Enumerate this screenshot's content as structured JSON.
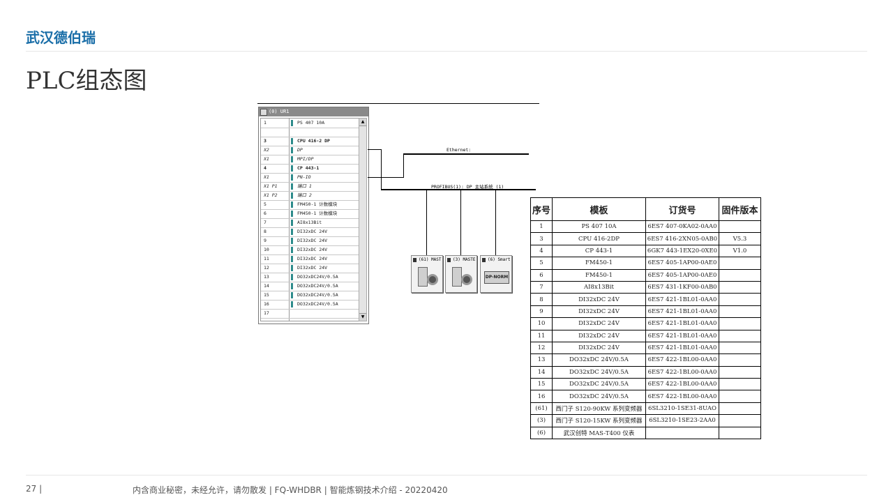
{
  "header": {
    "logo_text": "武汉德伯瑞",
    "title": "PLC组态图"
  },
  "footer": {
    "page_number": "27 |",
    "text": "内含商业秘密，未经允许，请勿散发 | FQ-WHDBR | 智能炼钢技术介绍 - 20220420"
  },
  "rack": {
    "title": "(0) UR1",
    "rows": [
      {
        "slot": "1",
        "module": "PS 407 10A",
        "style": "normal"
      },
      {
        "slot": "",
        "module": "",
        "style": "normal"
      },
      {
        "slot": "3",
        "module": "CPU 416-2 DP",
        "style": "bold"
      },
      {
        "slot": "X2",
        "module": "DP",
        "style": "italic"
      },
      {
        "slot": "X1",
        "module": "MPI/DP",
        "style": "italic"
      },
      {
        "slot": "4",
        "module": "CP 443-1",
        "style": "bold"
      },
      {
        "slot": "X1",
        "module": "PN-IO",
        "style": "italic"
      },
      {
        "slot": "X1 P1",
        "module": "端口 1",
        "style": "italic"
      },
      {
        "slot": "X1 P2",
        "module": "端口 2",
        "style": "italic"
      },
      {
        "slot": "5",
        "module": "FM450-1 计数模块",
        "style": "normal"
      },
      {
        "slot": "6",
        "module": "FM450-1 计数模块",
        "style": "normal"
      },
      {
        "slot": "7",
        "module": "AI8x13Bit",
        "style": "normal"
      },
      {
        "slot": "8",
        "module": "DI32xDC 24V",
        "style": "normal"
      },
      {
        "slot": "9",
        "module": "DI32xDC 24V",
        "style": "normal"
      },
      {
        "slot": "10",
        "module": "DI32xDC 24V",
        "style": "normal"
      },
      {
        "slot": "11",
        "module": "DI32xDC 24V",
        "style": "normal"
      },
      {
        "slot": "12",
        "module": "DI32xDC 24V",
        "style": "normal"
      },
      {
        "slot": "13",
        "module": "DO32xDC24V/0.5A",
        "style": "normal"
      },
      {
        "slot": "14",
        "module": "DO32xDC24V/0.5A",
        "style": "normal"
      },
      {
        "slot": "15",
        "module": "DO32xDC24V/0.5A",
        "style": "normal"
      },
      {
        "slot": "16",
        "module": "DO32xDC24V/0.5A",
        "style": "normal"
      },
      {
        "slot": "17",
        "module": "",
        "style": "normal"
      }
    ]
  },
  "network": {
    "ethernet_label": "Ethernet:",
    "profibus_label": "PROFIBUS(1): DP 主站系统 (1)",
    "devices": [
      {
        "label": "(61) MAST",
        "icon": "drive-icon"
      },
      {
        "label": "(3) MASTE",
        "icon": "drive-icon"
      },
      {
        "label": "(6) Smart",
        "icon": "dp-norm-icon",
        "badge": "DP-NORM"
      }
    ]
  },
  "module_table": {
    "headers": [
      "序号",
      "模板",
      "订货号",
      "固件版本"
    ],
    "rows": [
      [
        "1",
        "PS 407 10A",
        "6ES7 407-0KA02-0AA0",
        ""
      ],
      [
        "3",
        "CPU 416-2DP",
        "6ES7 416-2XN05-0AB0",
        "V5.3"
      ],
      [
        "4",
        "CP 443-1",
        "6GK7 443-1EX20-0XE0",
        "V1.0"
      ],
      [
        "5",
        "FM450-1",
        "6ES7 405-1AP00-0AE0",
        ""
      ],
      [
        "6",
        "FM450-1",
        "6ES7 405-1AP00-0AE0",
        ""
      ],
      [
        "7",
        "AI8x13Bit",
        "6ES7 431-1KF00-0AB0",
        ""
      ],
      [
        "8",
        "DI32xDC 24V",
        "6ES7 421-1BL01-0AA0",
        ""
      ],
      [
        "9",
        "DI32xDC 24V",
        "6ES7 421-1BL01-0AA0",
        ""
      ],
      [
        "10",
        "DI32xDC 24V",
        "6ES7 421-1BL01-0AA0",
        ""
      ],
      [
        "11",
        "DI32xDC 24V",
        "6ES7 421-1BL01-0AA0",
        ""
      ],
      [
        "12",
        "DI32xDC 24V",
        "6ES7 421-1BL01-0AA0",
        ""
      ],
      [
        "13",
        "DO32xDC 24V/0.5A",
        "6ES7 422-1BL00-0AA0",
        ""
      ],
      [
        "14",
        "DO32xDC 24V/0.5A",
        "6ES7 422-1BL00-0AA0",
        ""
      ],
      [
        "15",
        "DO32xDC 24V/0.5A",
        "6ES7 422-1BL00-0AA0",
        ""
      ],
      [
        "16",
        "DO32xDC 24V/0.5A",
        "6ES7 422-1BL00-0AA0",
        ""
      ],
      [
        "(61)",
        "西门子 S120-90KW 系列变频器",
        "6SL3210-1SE31-8UAO",
        ""
      ],
      [
        "(3)",
        "西门子 S120-15KW 系列变频器",
        "6SL3210-1SE23-2AA0",
        ""
      ],
      [
        "(6)",
        "武汉创特 MAS-T400 仪表",
        "",
        ""
      ]
    ]
  },
  "colors": {
    "brand": "#1a6ea8"
  }
}
